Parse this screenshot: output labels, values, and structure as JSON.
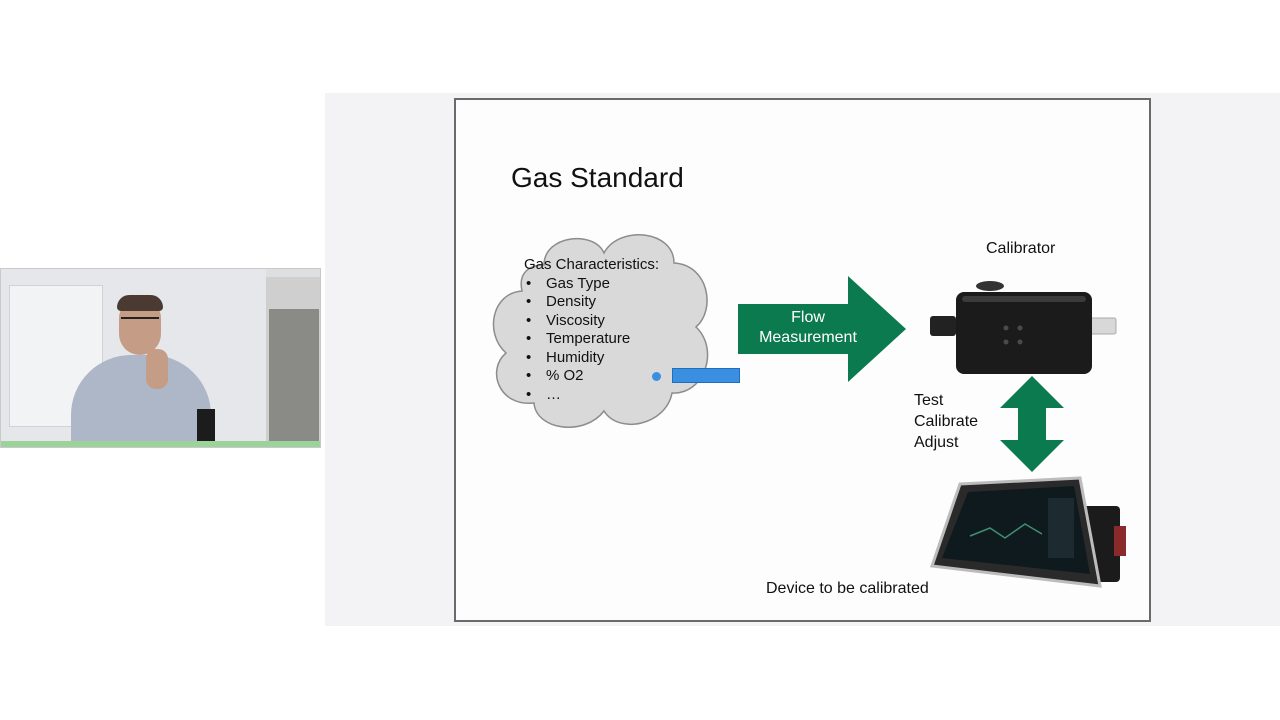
{
  "slide": {
    "title": "Gas Standard",
    "cloud": {
      "heading": "Gas Characteristics:",
      "items": [
        "Gas Type",
        "Density",
        "Viscosity",
        "Temperature",
        "Humidity",
        "% O2",
        "…"
      ]
    },
    "flow_arrow_label": "Flow Measurement",
    "calibrator_label": "Calibrator",
    "actions": [
      "Test",
      "Calibrate",
      "Adjust"
    ],
    "device_label": "Device to be calibrated"
  },
  "colors": {
    "arrow_green": "#0b7a4f",
    "cursor_blue": "#3a8fe0",
    "slide_border": "#6a6a6a"
  },
  "icons": {
    "flow_arrow": "right-arrow-icon",
    "adjust_arrow": "up-down-arrow-icon"
  }
}
